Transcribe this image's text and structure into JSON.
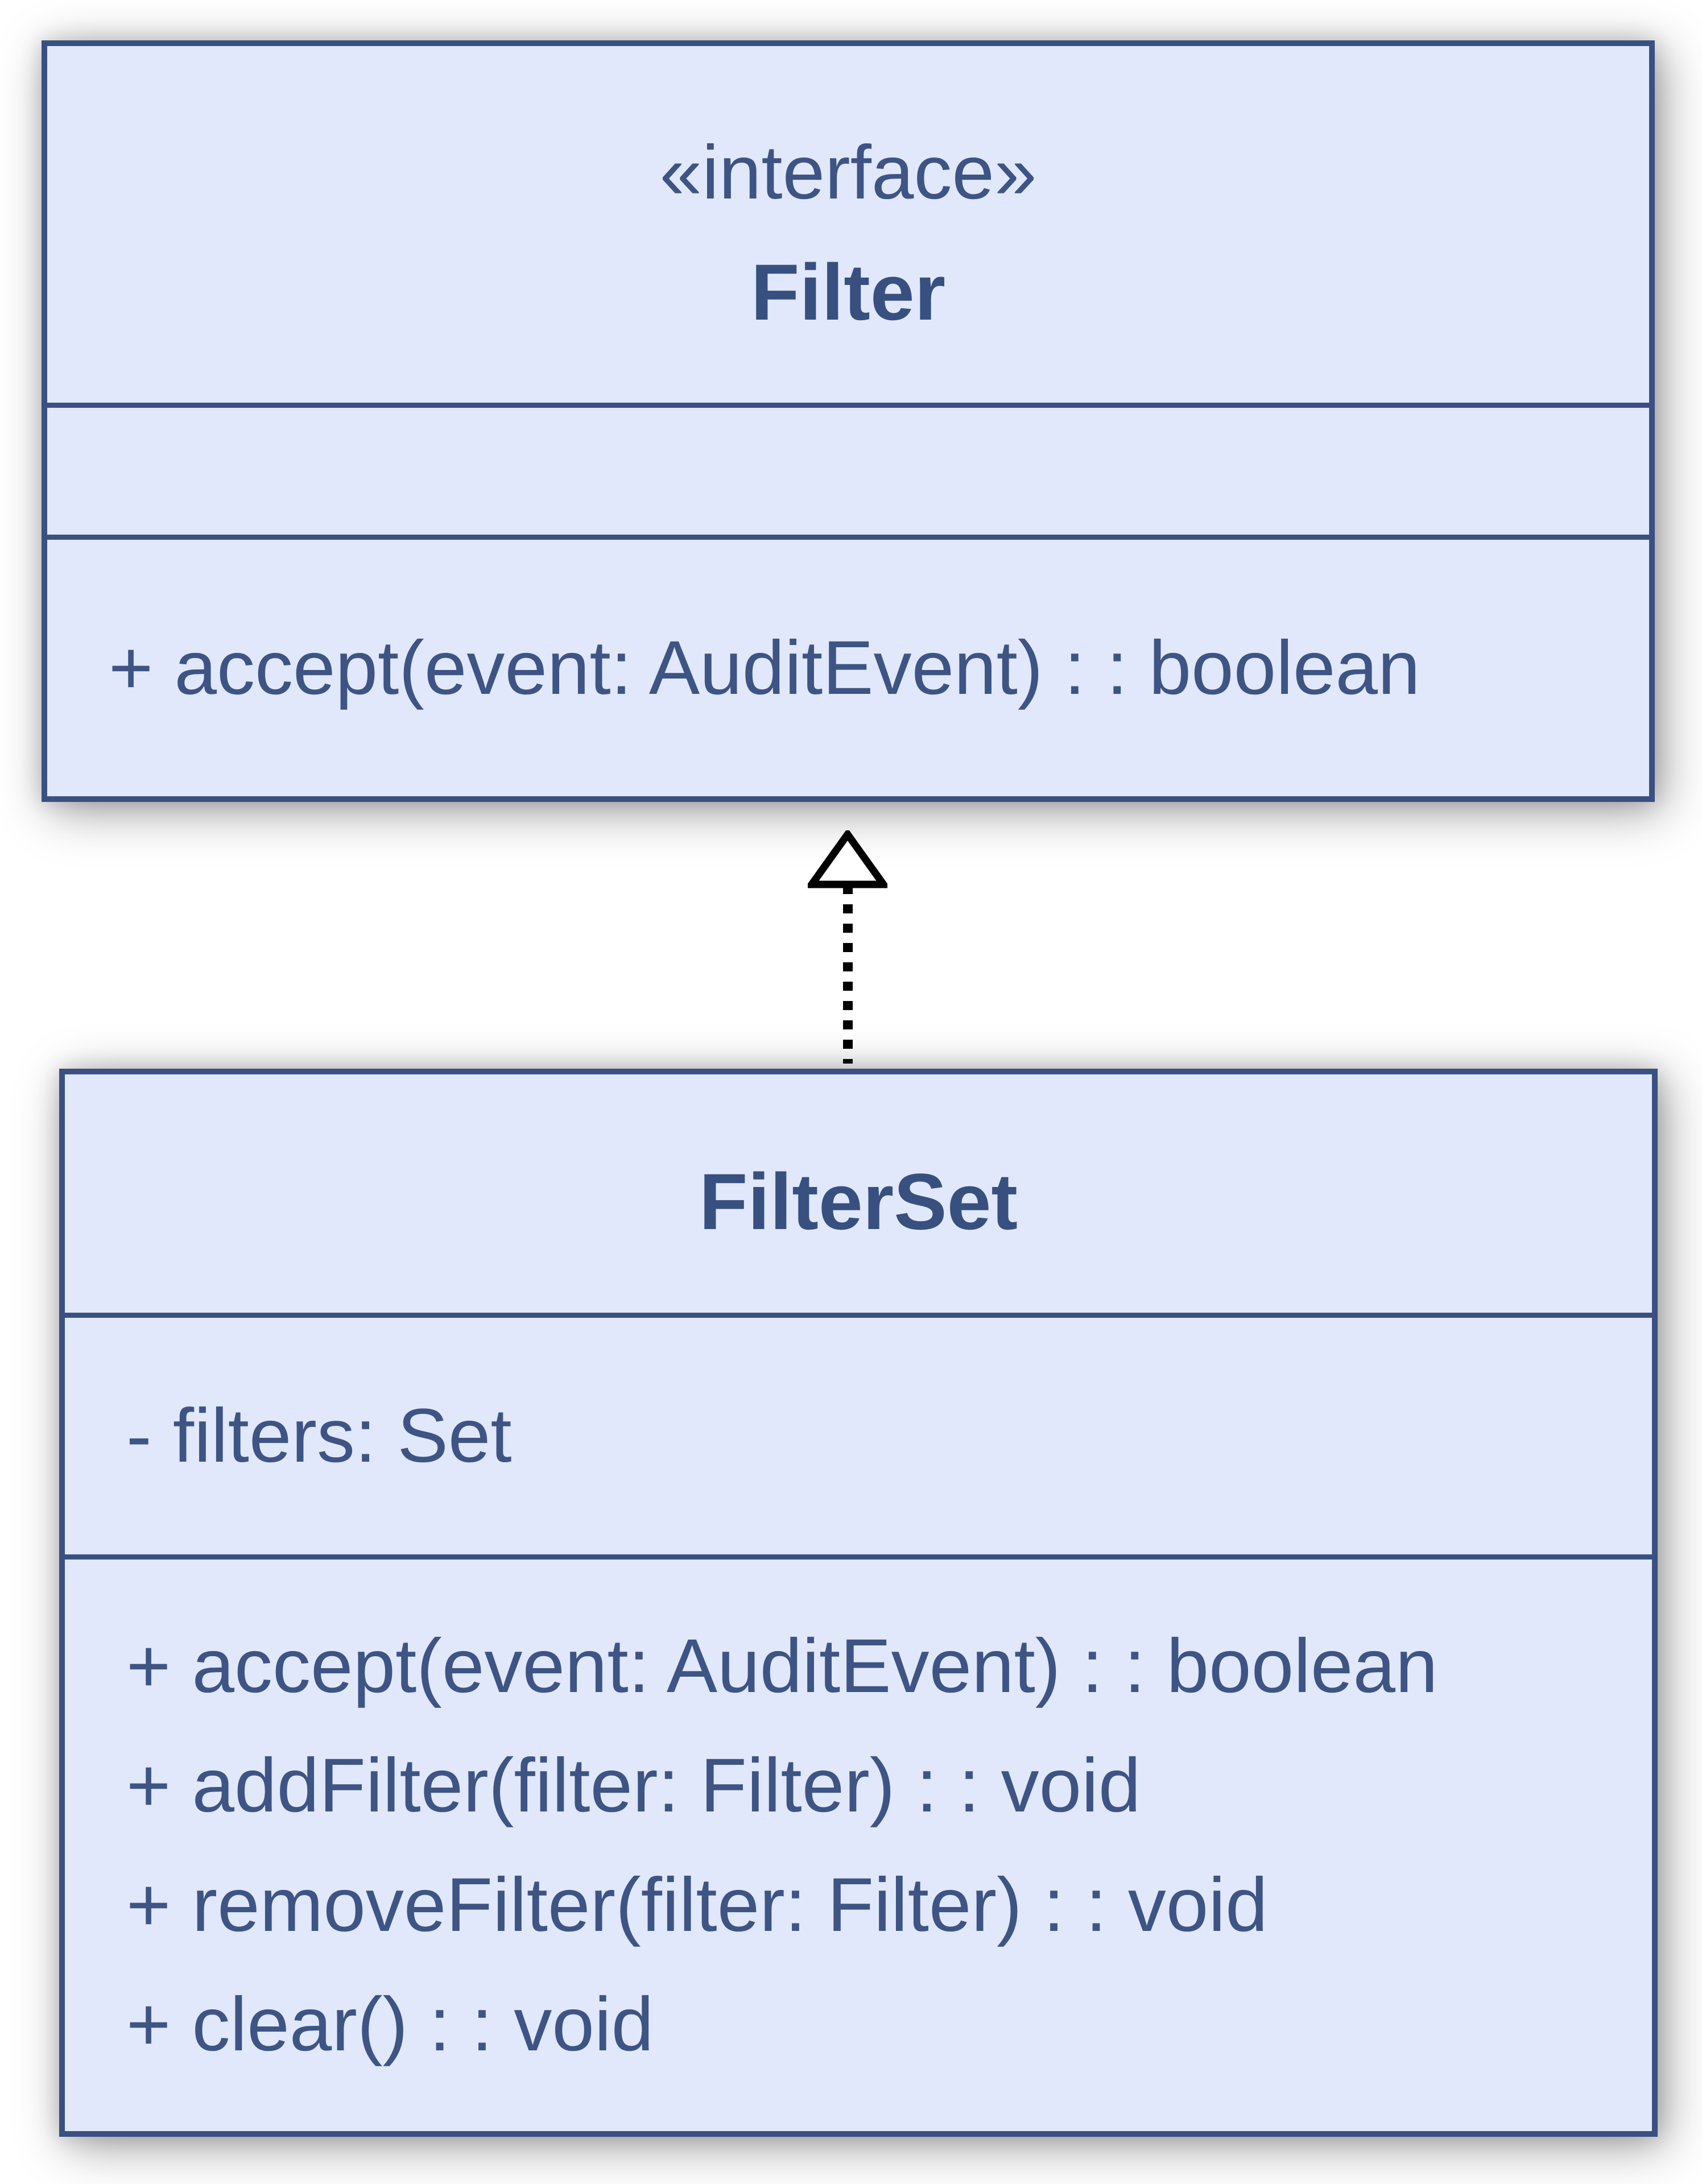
{
  "diagram": {
    "type": "uml-class-diagram",
    "colors": {
      "box_fill": "#e1e8fb",
      "box_border": "#3a5080",
      "text": "#3d5484",
      "arrow": "#000000",
      "background": "#ffffff"
    },
    "interface_box": {
      "stereotype": "«interface»",
      "name": "Filter",
      "attributes": [],
      "methods": [
        "+ accept(event: AuditEvent) : : boolean"
      ]
    },
    "class_box": {
      "name": "FilterSet",
      "attributes": [
        "- filters: Set"
      ],
      "methods": [
        "+ accept(event: AuditEvent) : : boolean",
        "+ addFilter(filter: Filter) : : void",
        "+ removeFilter(filter: Filter) : : void",
        "+ clear() : : void"
      ]
    },
    "relationship": {
      "kind": "realization",
      "from": "FilterSet",
      "to": "Filter",
      "line_style": "dotted",
      "arrowhead": "hollow-triangle"
    }
  }
}
